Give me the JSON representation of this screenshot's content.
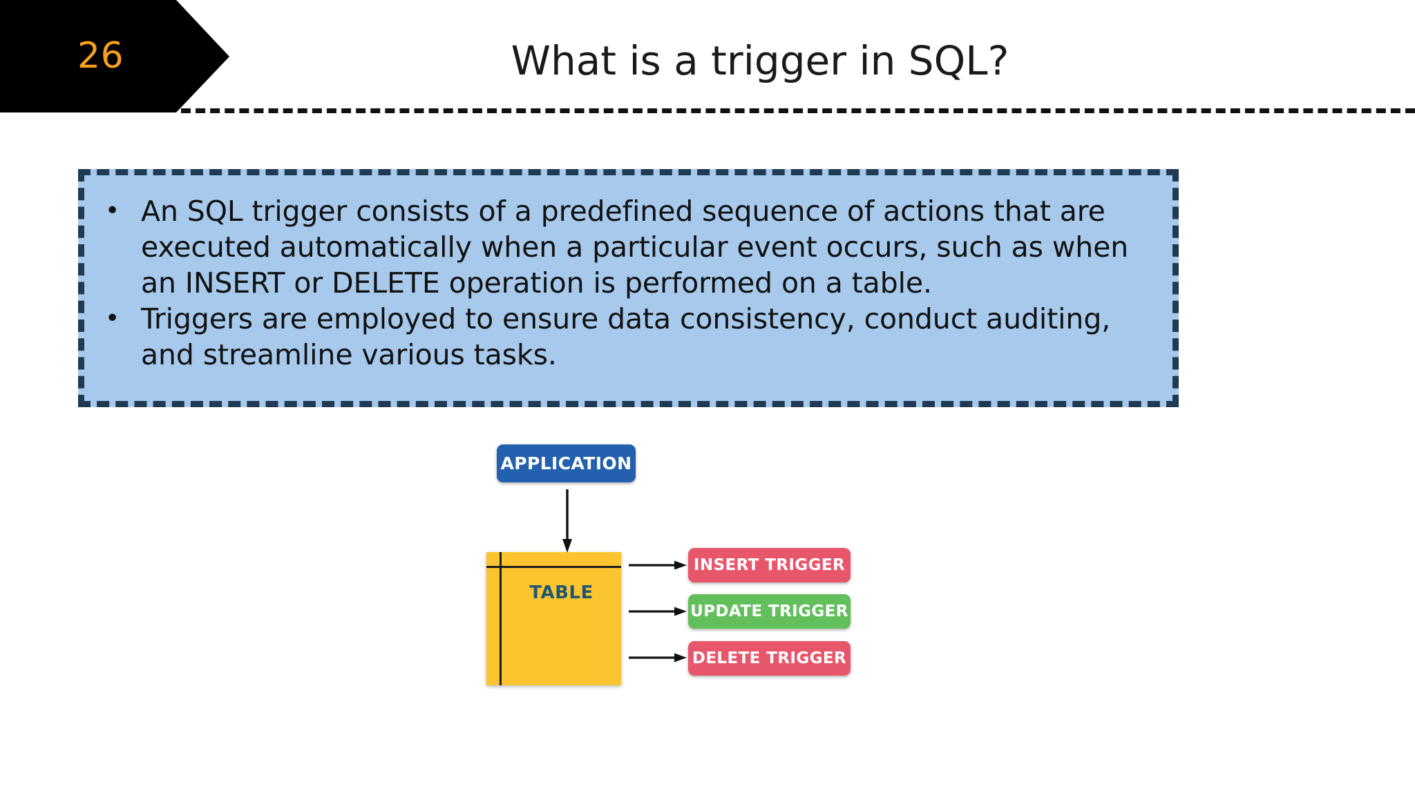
{
  "header": {
    "slide_number": "26",
    "title": "What is a trigger in SQL?"
  },
  "callout": {
    "bullets": [
      {
        "marker": "•",
        "text": "An SQL trigger consists of a predefined sequence of actions that are executed automatically when a particular event occurs, such as when an INSERT or DELETE operation is performed on a table."
      },
      {
        "marker": "•",
        "text": "Triggers are employed to ensure data consistency, conduct auditing, and streamline various tasks."
      }
    ]
  },
  "diagram": {
    "application_label": "APPLICATION",
    "table_label": "TABLE",
    "triggers": [
      {
        "label": "INSERT TRIGGER",
        "color": "#E8566B"
      },
      {
        "label": "UPDATE TRIGGER",
        "color": "#63BF5C"
      },
      {
        "label": "DELETE TRIGGER",
        "color": "#E8566B"
      }
    ]
  },
  "colors": {
    "banner_background": "#000000",
    "slide_number": "#F7A01E",
    "callout_background": "#A6C9EC",
    "callout_border": "#1F3A52",
    "application_blue": "#2360AD",
    "table_yellow": "#FCC530",
    "table_label": "#1F5673",
    "trigger_red": "#E8566B",
    "trigger_green": "#63BF5C"
  }
}
